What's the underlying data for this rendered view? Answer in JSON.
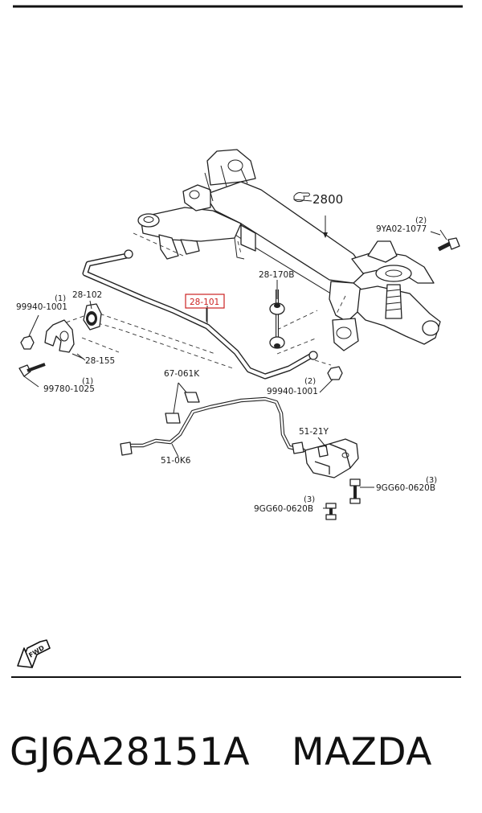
{
  "diagram": {
    "callouts": {
      "crossmember": "2800",
      "stabilizer_bar": "28-101",
      "bushing": "28-102",
      "bracket": "28-155",
      "link": "28-170B",
      "bolt_top_right": "9YA02-1077",
      "nut_left": "99940-1001",
      "bolt_left": "99780-1025",
      "nut_right": "99940-1001",
      "clip": "67-061K",
      "sensor_harness": "51-0K6",
      "sensor": "51-21Y",
      "bolt_sensor_right": "9GG60-0620B",
      "bolt_sensor_lower": "9GG60-0620B"
    },
    "quantities": {
      "bolt_top_right": "(2)",
      "nut_left": "(1)",
      "bolt_left": "(1)",
      "nut_right": "(2)",
      "bolt_sensor_right": "(3)",
      "bolt_sensor_lower": "(3)"
    },
    "fwd_label": "FWD",
    "highlight_color": "#cc2222"
  },
  "footer": {
    "part_number": "GJ6A28151A",
    "brand": "MAZDA"
  }
}
